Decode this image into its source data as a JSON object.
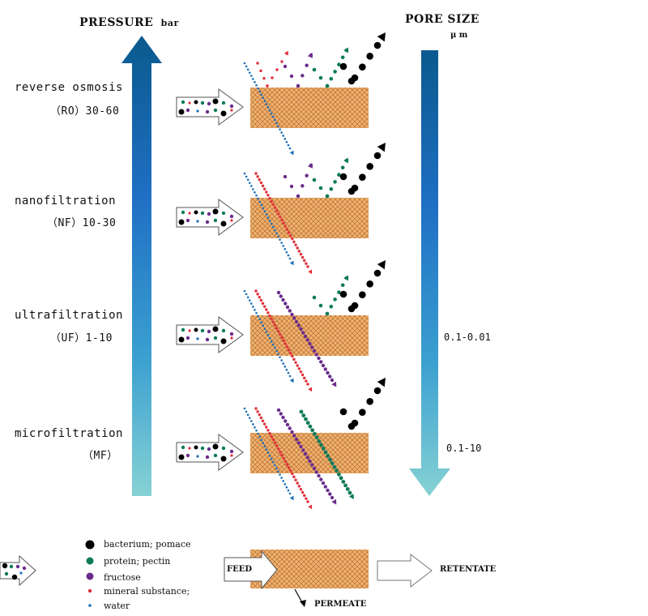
{
  "pressure": {
    "title": "PRESSURE",
    "unit": "bar"
  },
  "pore_size": {
    "title": "PORE SIZE",
    "unit": "μ m",
    "ticks": [
      "0.1-0.01",
      "0.1-10"
    ]
  },
  "processes": [
    {
      "name": "reverse osmosis",
      "range": "（RO）30-60"
    },
    {
      "name": "nanofiltration",
      "range": "（NF）10-30"
    },
    {
      "name": "ultrafiltration",
      "range": "（UF）1-10"
    },
    {
      "name": "microfiltration",
      "range": "（MF）"
    }
  ],
  "legend": [
    {
      "label": "bacterium; pomace",
      "color": "#000000",
      "size": "large"
    },
    {
      "label": "protein; pectin",
      "color": "#0e7a5a",
      "size": "medium"
    },
    {
      "label": "fructose",
      "color": "#6a2c8c",
      "size": "medium"
    },
    {
      "label": "mineral substance;",
      "color": "#e0303a",
      "size": "small"
    },
    {
      "label": "water",
      "color": "#1a6fb8",
      "size": "tiny"
    }
  ],
  "key": {
    "feed": "FEED",
    "retentate": "RETENTATE",
    "permeate": "PERMEATE"
  },
  "colors": {
    "membrane": "#f2b872",
    "arrow_top": "#0b5f92",
    "arrow_bottom": "#86d1d4"
  }
}
